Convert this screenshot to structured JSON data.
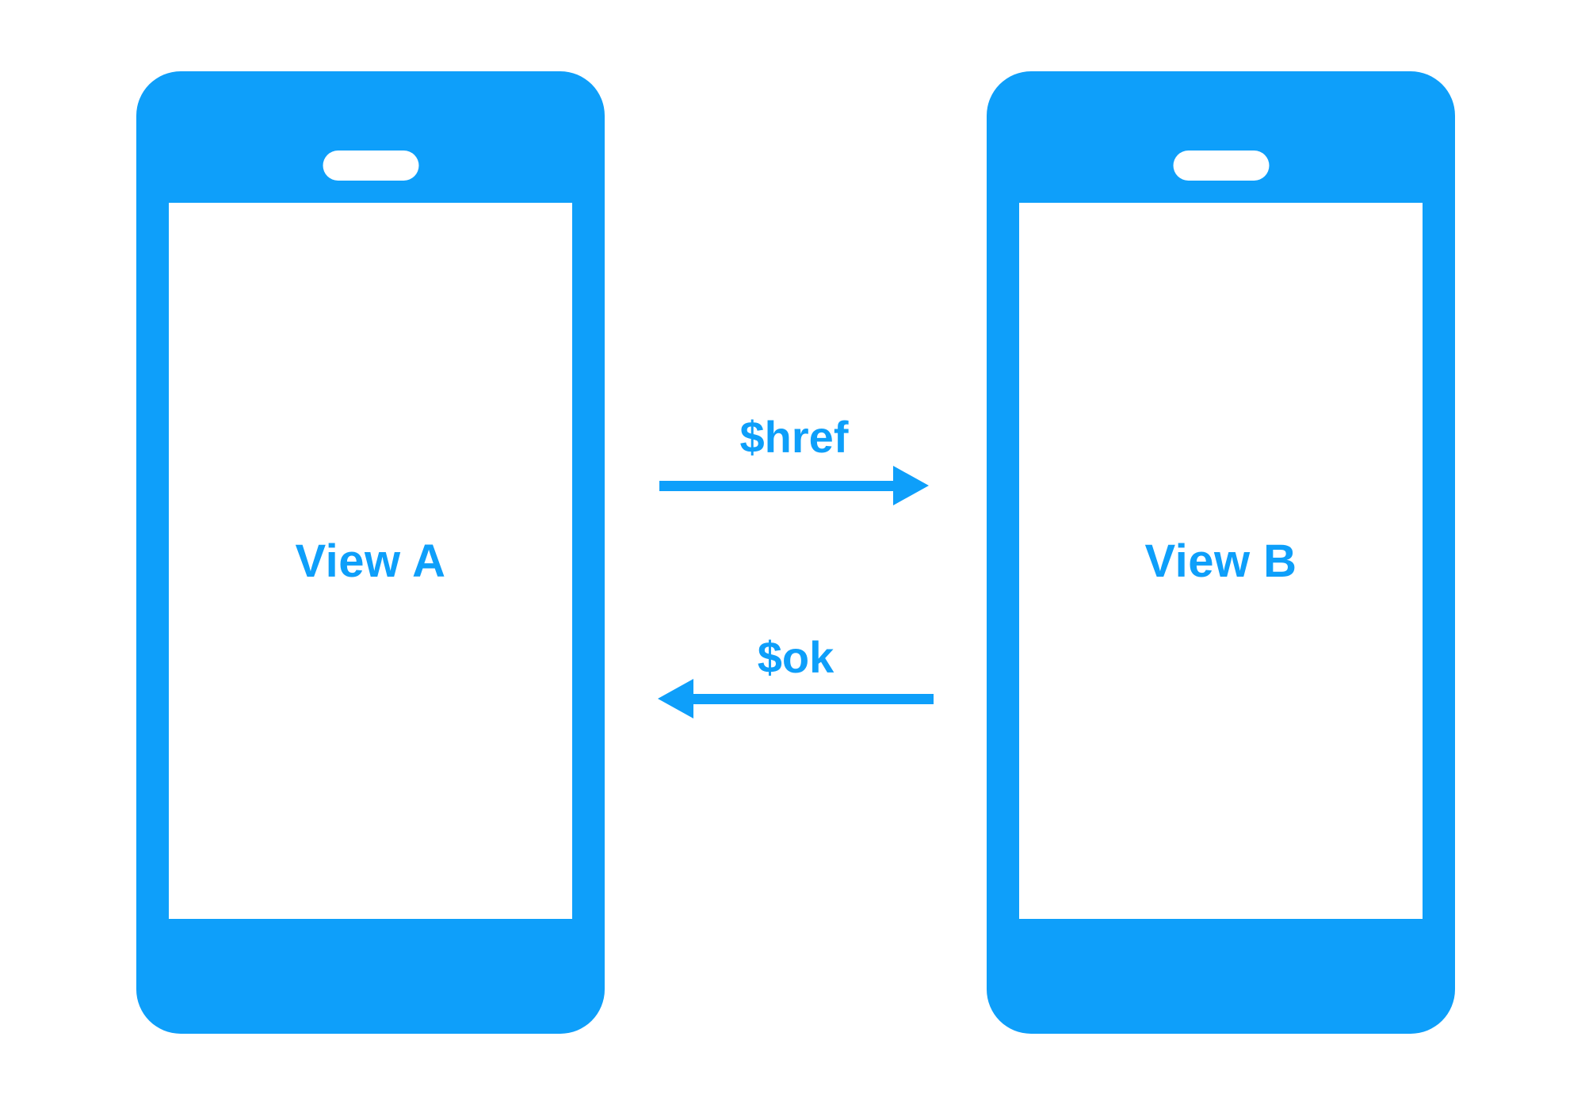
{
  "colors": {
    "accent": "#0E9FFA",
    "background": "#FFFFFF"
  },
  "phones": [
    {
      "screen_label": "View A"
    },
    {
      "screen_label": "View B"
    }
  ],
  "arrows": [
    {
      "label": "$href",
      "direction": "right"
    },
    {
      "label": "$ok",
      "direction": "left"
    }
  ]
}
